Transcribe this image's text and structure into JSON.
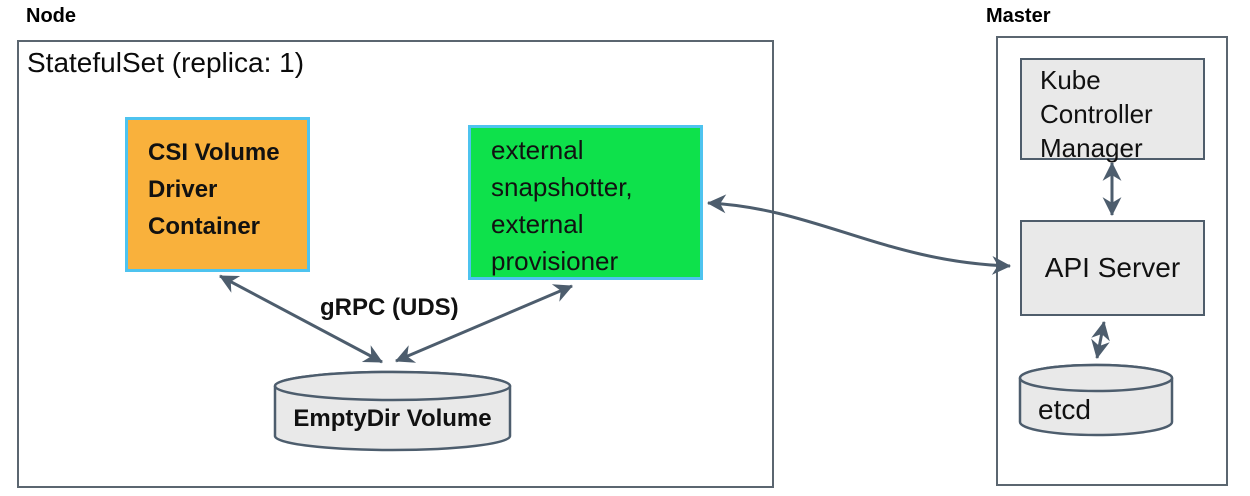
{
  "node": {
    "label": "Node",
    "statefulset_title": "StatefulSet (replica: 1)",
    "csi_driver_label": "CSI Volume\nDriver\nContainer",
    "sidecar_label": "external\nsnapshotter,\nexternal\nprovisioner",
    "grpc_label": "gRPC (UDS)",
    "emptydir_label": "EmptyDir Volume"
  },
  "master": {
    "label": "Master",
    "kube_controller_manager_label": "Kube\nController\nManager",
    "api_server_label": "API Server",
    "etcd_label": "etcd"
  },
  "colors": {
    "csi-box-fill": "#f9b13c",
    "sidecar-box-fill": "#0ee14b",
    "highlight-border": "#4ec3ef",
    "component-fill": "#e9e9e9",
    "line": "#4d5d6d",
    "text": "#111111"
  }
}
